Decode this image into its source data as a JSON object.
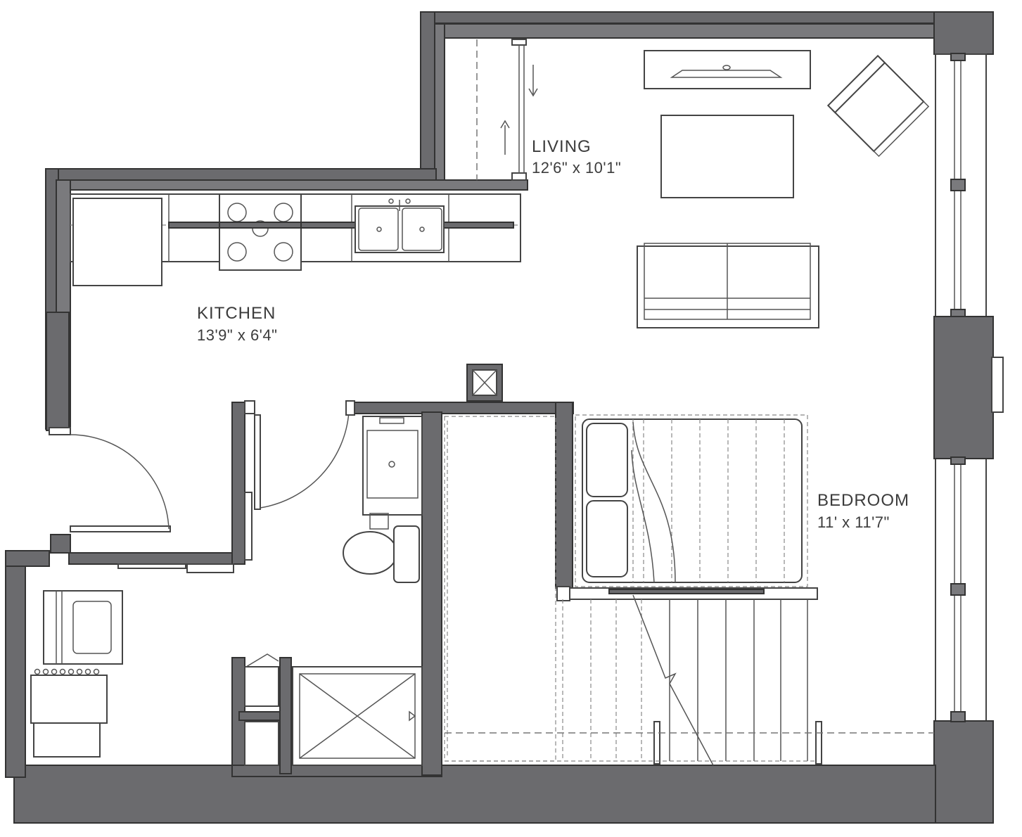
{
  "rooms": {
    "living": {
      "name": "LIVING",
      "size": "12'6\" x 10'1\""
    },
    "kitchen": {
      "name": "KITCHEN",
      "size": "13'9\" x 6'4\""
    },
    "bedroom": {
      "name": "BEDROOM",
      "size": "11' x 11'7\""
    }
  },
  "colors": {
    "wall": "#6b6b6e",
    "outline": "#333333",
    "background": "#ffffff"
  },
  "icons": [
    "range-icon",
    "sink-icon",
    "refrigerator-icon",
    "toilet-icon",
    "shower-icon",
    "washer-icon",
    "dryer-icon",
    "sofa-icon",
    "armchair-icon",
    "tv-icon",
    "bed-icon",
    "door-swing-icon"
  ]
}
